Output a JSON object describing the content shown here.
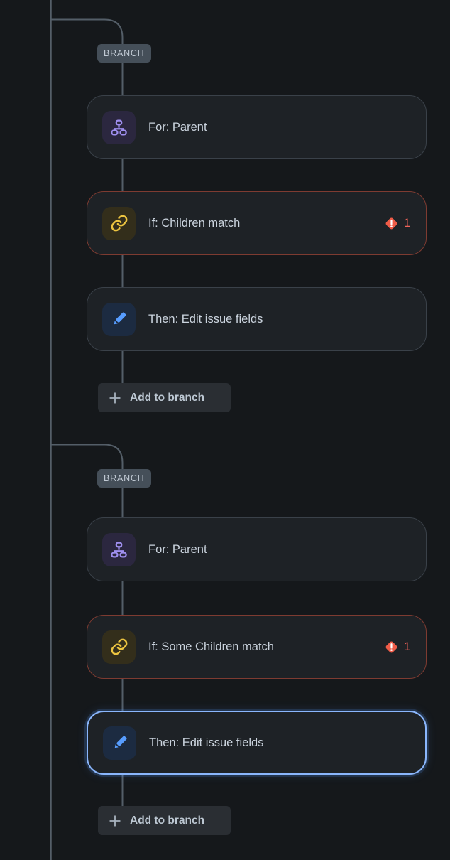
{
  "colors": {
    "page_bg": "#15181b",
    "card_bg": "#1e2226",
    "card_border": "#3a4149",
    "error_card_border": "#7e3b31",
    "selected_card_border": "#8ab6fc",
    "connector_line": "#545e68",
    "branch_badge_bg": "#454f59",
    "branch_badge_text": "#c2cbd5",
    "node_title_text": "#cbd4de",
    "icon_purple": "#9f8fef",
    "icon_purple_bg": "#2b273f",
    "icon_yellow": "#ecc440",
    "icon_yellow_bg": "#332e1b",
    "icon_blue": "#579dff",
    "icon_blue_bg": "#1c2b41",
    "error_red": "#ef5c48",
    "add_button_bg": "#2a2e33",
    "add_button_text": "#bcc7d2"
  },
  "branches": [
    {
      "badge": "BRANCH",
      "nodes": [
        {
          "title": "For: Parent",
          "icon": "hierarchy-icon"
        },
        {
          "title": "If: Children match",
          "icon": "link-icon",
          "error_count": "1"
        },
        {
          "title": "Then: Edit issue fields",
          "icon": "pencil-icon"
        }
      ],
      "add_button": "Add to branch"
    },
    {
      "badge": "BRANCH",
      "nodes": [
        {
          "title": "For: Parent",
          "icon": "hierarchy-icon"
        },
        {
          "title": "If: Some Children match",
          "icon": "link-icon",
          "error_count": "1"
        },
        {
          "title": "Then: Edit issue fields",
          "icon": "pencil-icon",
          "selected": true
        }
      ],
      "add_button": "Add to branch"
    }
  ]
}
